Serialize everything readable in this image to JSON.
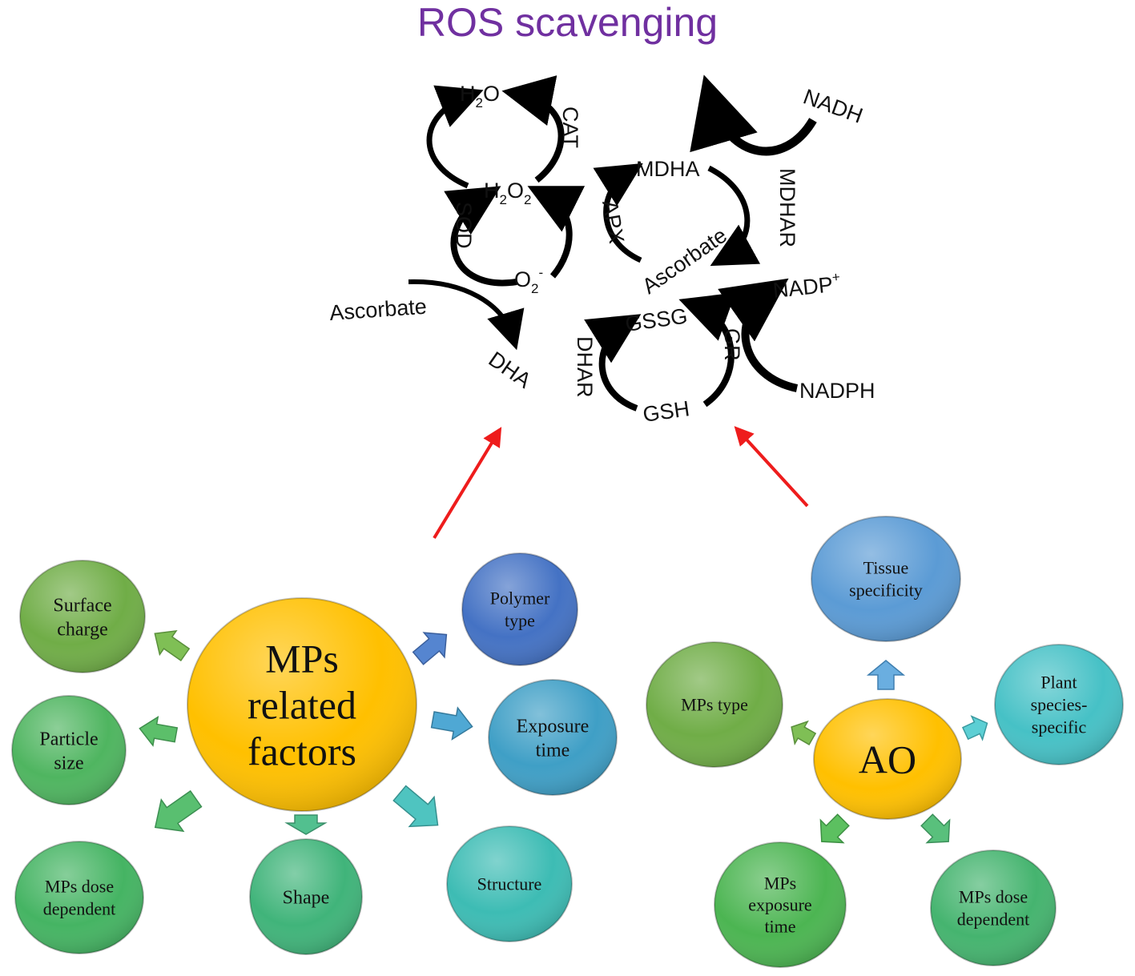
{
  "title": {
    "text": "ROS scavenging",
    "color": "#7030a0"
  },
  "pathway": {
    "h2o": {
      "main": "H",
      "sub": "2",
      "tail": "O"
    },
    "h2o2": {
      "main": "H",
      "sub1": "2",
      "mid": "O",
      "sub2": "2"
    },
    "o2": {
      "main": "O",
      "sub": "2",
      "sup": "-"
    },
    "cat": "CAT",
    "sod": "SOD",
    "apx": "APX",
    "mdha": "MDHA",
    "mdhar": "MDHAR",
    "nadh": "NADH",
    "ascorbate_left": "Ascorbate",
    "ascorbate_mid": "Ascorbate",
    "dha": "DHA",
    "gssg": "GSSG",
    "gr": "GR",
    "nadp": {
      "main": "NADP",
      "sup": "+"
    },
    "nadph": "NADPH",
    "dhar": "DHAR",
    "gsh": "GSH",
    "arrow_color": "#000000"
  },
  "link_arrow_color": "#ee1c1c",
  "mps_cluster": {
    "center": {
      "lines": [
        "MPs",
        "related",
        "factors"
      ],
      "color": "#ffc000"
    },
    "nodes": [
      {
        "id": "surface-charge",
        "lines": [
          "Surface",
          "charge"
        ],
        "color": "#70ad47"
      },
      {
        "id": "particle-size",
        "lines": [
          "Particle",
          "size"
        ],
        "color": "#4fb560"
      },
      {
        "id": "mps-dose",
        "lines": [
          "MPs dose",
          "dependent"
        ],
        "color": "#45b463"
      },
      {
        "id": "shape",
        "lines": [
          "Shape"
        ],
        "color": "#40b47a"
      },
      {
        "id": "structure",
        "lines": [
          "Structure"
        ],
        "color": "#3dbcb4"
      },
      {
        "id": "exposure-time",
        "lines": [
          "Exposure",
          "time"
        ],
        "color": "#3f9fc6"
      },
      {
        "id": "polymer-type",
        "lines": [
          "Polymer",
          "type"
        ],
        "color": "#4472c4"
      }
    ]
  },
  "ao_cluster": {
    "center": {
      "lines": [
        "AO"
      ],
      "color": "#ffc000"
    },
    "nodes": [
      {
        "id": "tissue-specificity",
        "lines": [
          "Tissue",
          "specificity"
        ],
        "color": "#5b9bd5"
      },
      {
        "id": "plant-species-specific",
        "lines": [
          "Plant",
          "species-",
          "specific"
        ],
        "color": "#46c1c6"
      },
      {
        "id": "mps-type",
        "lines": [
          "MPs type"
        ],
        "color": "#70ad47"
      },
      {
        "id": "mps-exposure-time",
        "lines": [
          "MPs",
          "exposure",
          "time"
        ],
        "color": "#4cb552"
      },
      {
        "id": "ao-mps-dose",
        "lines": [
          "MPs dose",
          "dependent"
        ],
        "color": "#45b46f"
      }
    ]
  }
}
